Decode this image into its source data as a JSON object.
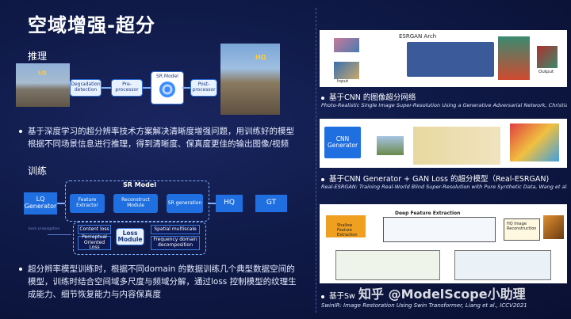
{
  "title": "空域增强-超分",
  "inference": {
    "label": "推理",
    "lq_tag": "LQ",
    "hq_tag": "HQ",
    "steps": [
      "Degradation detection",
      "Pre-processor",
      "SR Model",
      "Post-processor"
    ]
  },
  "bullet1": {
    "line1": "基于深度学习的超分辨率技术方案解决清晰度增强问题，用训练好的模型",
    "line2": "根据不同场景信息进行推理，得到清晰度、保真度更佳的输出图像/视频"
  },
  "training": {
    "label": "训练",
    "lq_generator": "LQ Generator",
    "sr_model_label": "SR Model",
    "feature_extractor": "Feature Extractor",
    "reconstruct_module": "Reconstruct Module",
    "sr_generation": "SR generation",
    "hq": "HQ",
    "gt": "GT",
    "back_propagation": "back propagation",
    "loss_module": "Loss Module",
    "loss_items": [
      "Content loss",
      "Perceptual Oriented Loss"
    ],
    "right_items": [
      "Spatial multiscale",
      "Frequency domain decomposition"
    ]
  },
  "bullet2": {
    "line1": "超分辨率模型训练时，根据不同domain 的数据训练几个典型数据空间的",
    "line2": "模型，训练时结合空间域多尺度与频域分解，通过loss 控制模型的纹理生",
    "line3": "成能力、细节恢复能力与内容保真度"
  },
  "right": {
    "esrgan_arch": "ESRGAN Arch",
    "input_label": "Input",
    "output_label": "Output",
    "caption1": "基于CNN 的图像超分网络",
    "cite1": "Photo-Realistic Single Image Super-Resolution Using a Generative Adversarial Network, Christian et al.,",
    "cnn_generator": "CNN Generator",
    "caption2": "基于CNN Generator + GAN Loss  的超分模型（Real-ESRGAN)",
    "cite2": "Real-ESRGAN: Training Real-World Blind Super-Resolution with Pure Synthetic Data, Wang et al., ICCV",
    "deep_feature": "Deep Feature Extraction",
    "shallow_feature": "Shallow Feature Extraction",
    "hq_recon": "HQ Image Reconstruction",
    "caption3": "基于Sw",
    "cite3": "SwinIR: Image Restoration Using Swin Transformer, Liang et al., ICCV2021"
  },
  "watermark": "知乎 @ModelScope小助理"
}
